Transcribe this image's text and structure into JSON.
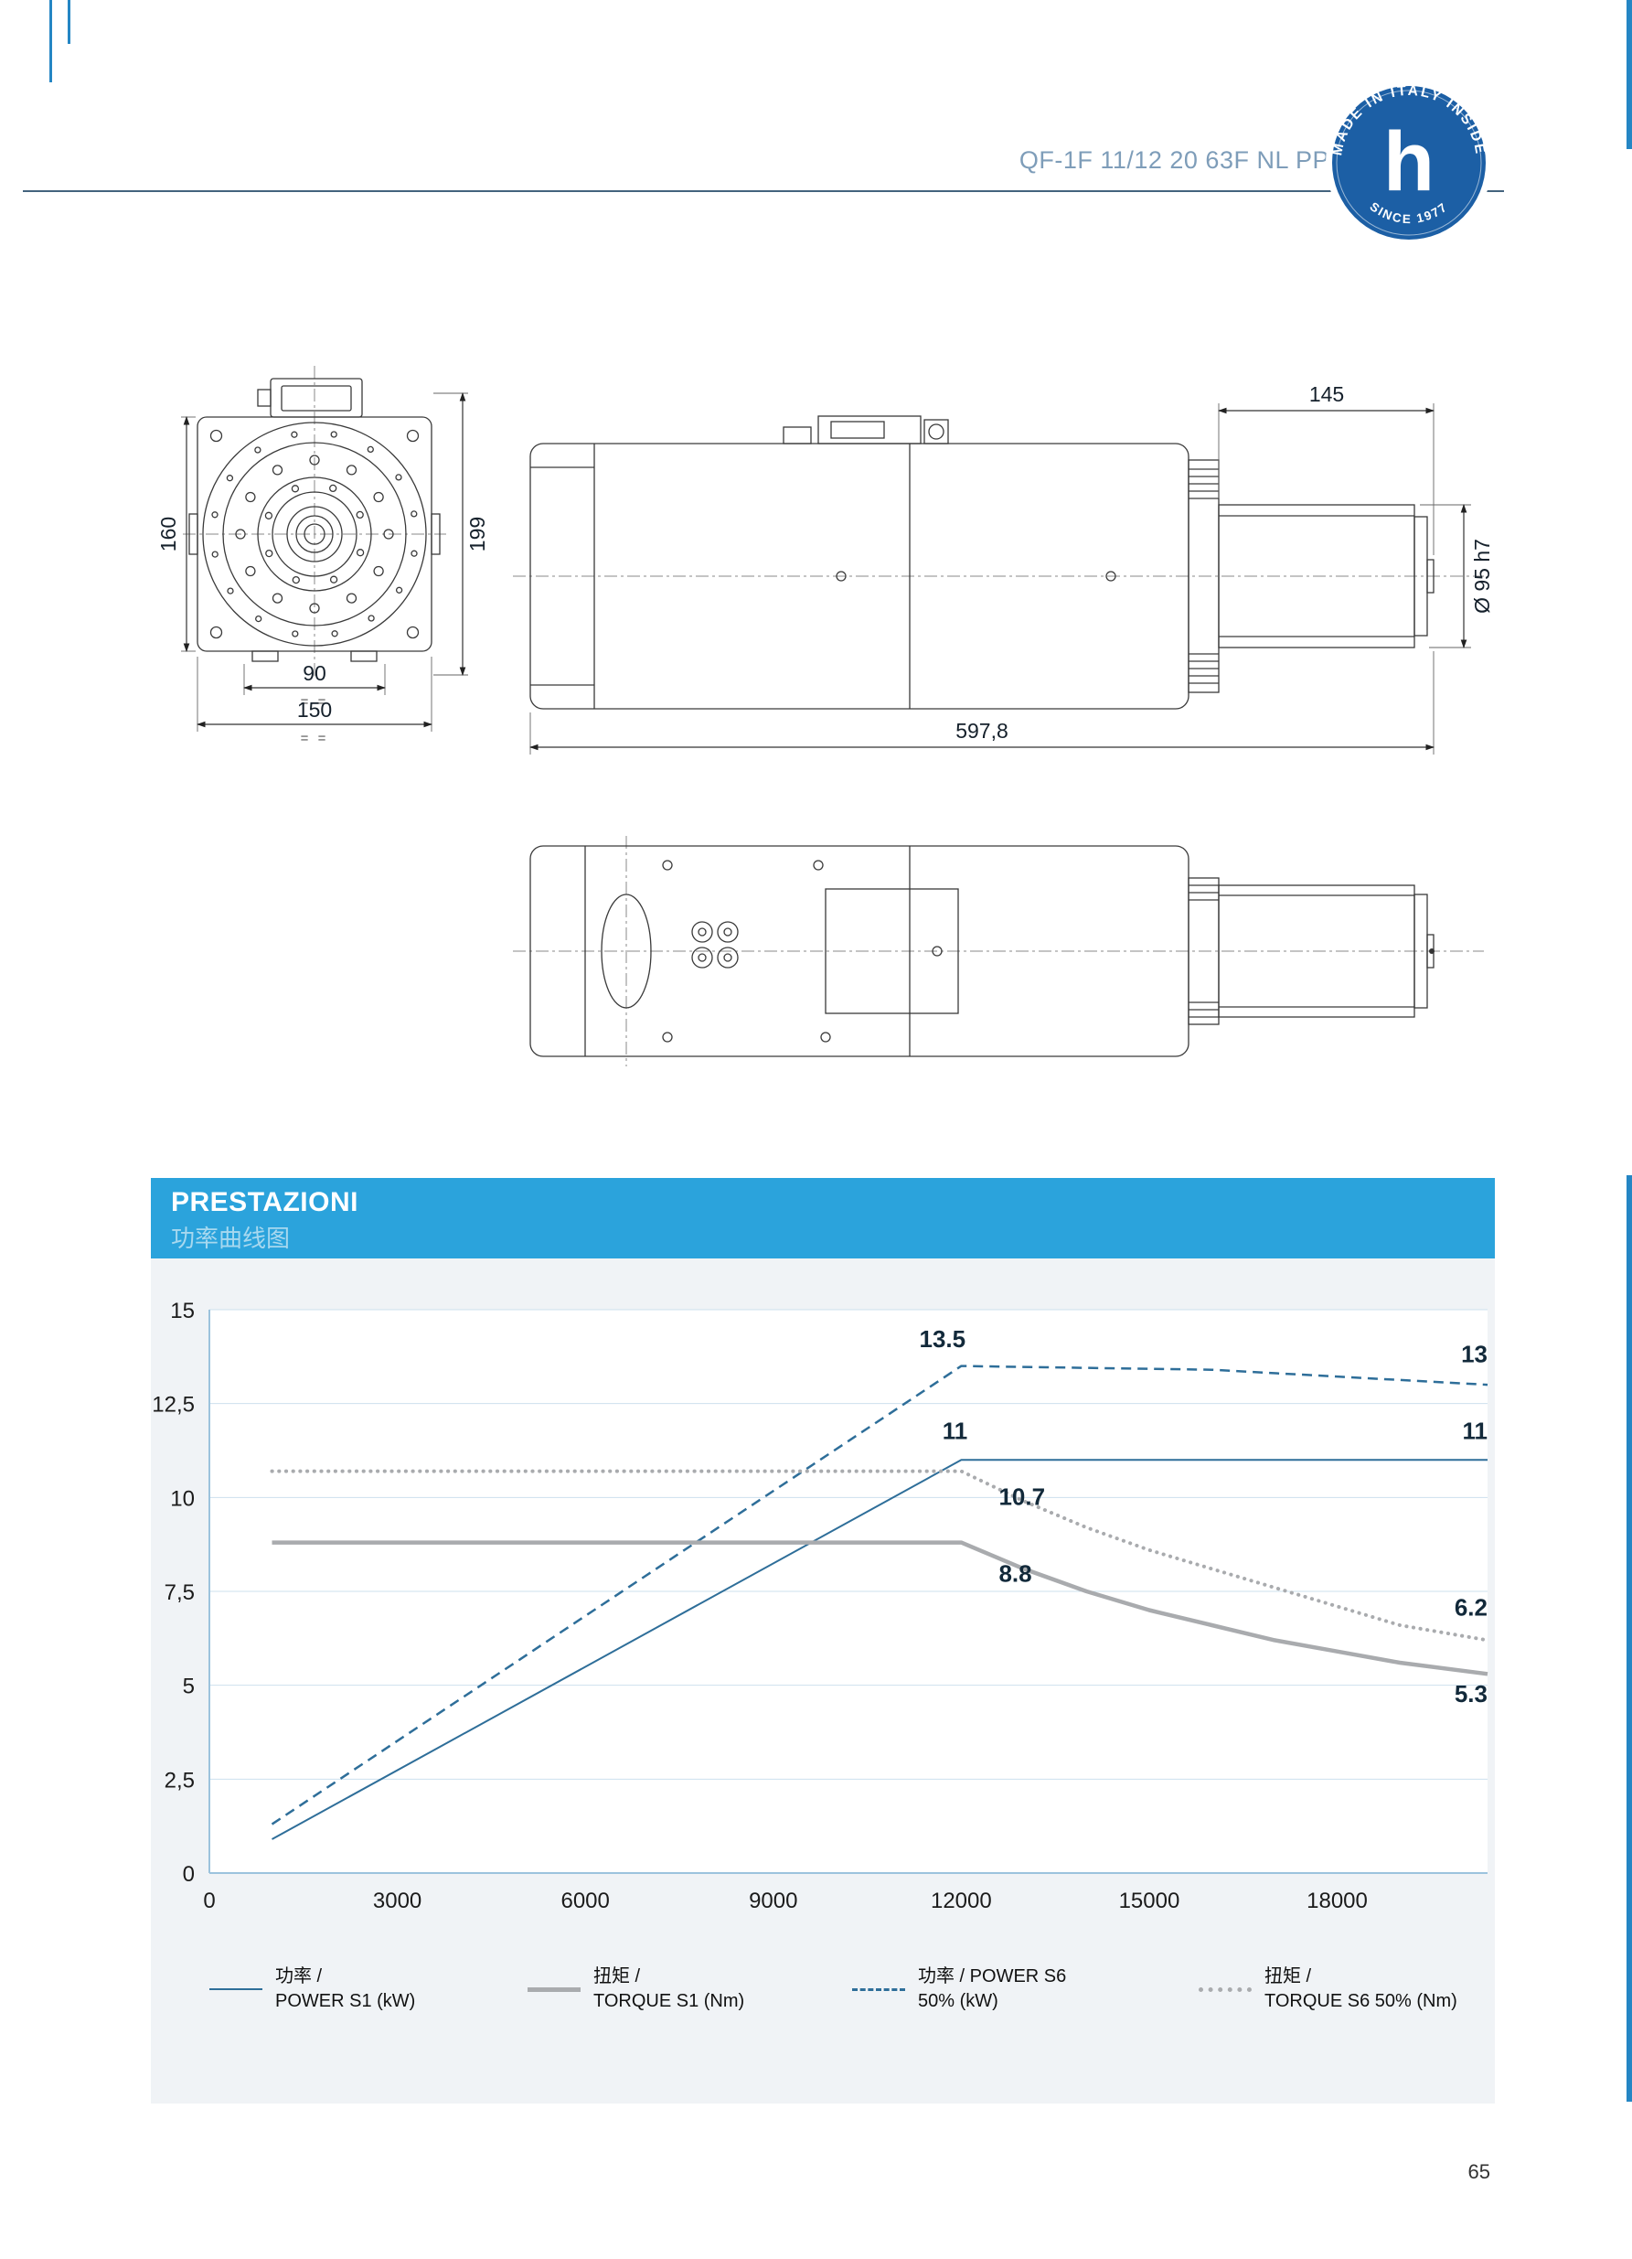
{
  "page": {
    "number": "65"
  },
  "header": {
    "product_code": "QF-1F 11/12 20 63F NL PP",
    "badge": {
      "arc_top": "MADE IN ITALY INSIDE",
      "arc_bottom": "SINCE 1977",
      "letter": "h"
    }
  },
  "drawings": {
    "front": {
      "dim_height_left": "160",
      "dim_height_right": "199",
      "dim_width_inner": "90",
      "dim_width_outer": "150",
      "eq_mark": "= ="
    },
    "side": {
      "dim_shaft_length": "145",
      "dim_shaft_diameter": "Ø 95 h7",
      "dim_total_length": "597,8"
    }
  },
  "performance": {
    "title": "PRESTAZIONI",
    "subtitle": "功率曲线图",
    "legend": [
      {
        "zh": "功率 /",
        "en": "POWER S1 (kW)",
        "style": "power-s1"
      },
      {
        "zh": "扭矩 /",
        "en": "TORQUE S1 (Nm)",
        "style": "torque-s1"
      },
      {
        "zh": "功率 / POWER S6",
        "en": "50% (kW)",
        "style": "power-s6"
      },
      {
        "zh": "扭矩 /",
        "en": "TORQUE S6 50% (Nm)",
        "style": "torque-s6"
      }
    ]
  },
  "chart_data": {
    "type": "line",
    "title": "PRESTAZIONI 功率曲线图",
    "xlabel": "",
    "ylabel": "",
    "xlim": [
      0,
      20400
    ],
    "ylim": [
      0,
      15
    ],
    "grid": "horizontal",
    "legend_position": "bottom",
    "x_ticks": [
      {
        "v": 0,
        "label": "0"
      },
      {
        "v": 3000,
        "label": "3000"
      },
      {
        "v": 6000,
        "label": "6000"
      },
      {
        "v": 9000,
        "label": "9000"
      },
      {
        "v": 12000,
        "label": "12000"
      },
      {
        "v": 15000,
        "label": "15000"
      },
      {
        "v": 18000,
        "label": "18000"
      }
    ],
    "y_ticks": [
      {
        "v": 0,
        "label": "0"
      },
      {
        "v": 2.5,
        "label": "2,5"
      },
      {
        "v": 5,
        "label": "5"
      },
      {
        "v": 7.5,
        "label": "7,5"
      },
      {
        "v": 10,
        "label": "10"
      },
      {
        "v": 12.5,
        "label": "12,5"
      },
      {
        "v": 15,
        "label": "15"
      }
    ],
    "series": [
      {
        "name": "POWER S1 (kW)",
        "style": "power-s1",
        "color": "#2e6e99",
        "dash": "solid",
        "points": [
          [
            1000,
            0.9
          ],
          [
            12000,
            11
          ],
          [
            20400,
            11
          ]
        ]
      },
      {
        "name": "POWER S6 50% (kW)",
        "style": "power-s6",
        "color": "#2e6e99",
        "dash": "dashed",
        "points": [
          [
            1000,
            1.3
          ],
          [
            12000,
            13.5
          ],
          [
            16000,
            13.4
          ],
          [
            20400,
            13.0
          ]
        ]
      },
      {
        "name": "TORQUE S1 (Nm)",
        "style": "torque-s1",
        "color": "#a9abae",
        "dash": "solid",
        "points": [
          [
            1000,
            8.8
          ],
          [
            12000,
            8.8
          ],
          [
            13000,
            8.1
          ],
          [
            14000,
            7.5
          ],
          [
            15000,
            7.0
          ],
          [
            16000,
            6.6
          ],
          [
            17000,
            6.2
          ],
          [
            18000,
            5.9
          ],
          [
            19000,
            5.6
          ],
          [
            20400,
            5.3
          ]
        ]
      },
      {
        "name": "TORQUE S6 50% (Nm)",
        "style": "torque-s6",
        "color": "#a9abae",
        "dash": "dotted",
        "points": [
          [
            1000,
            10.7
          ],
          [
            12000,
            10.7
          ],
          [
            13000,
            9.9
          ],
          [
            14000,
            9.2
          ],
          [
            15000,
            8.6
          ],
          [
            16000,
            8.1
          ],
          [
            17000,
            7.6
          ],
          [
            18000,
            7.1
          ],
          [
            19000,
            6.6
          ],
          [
            20400,
            6.2
          ]
        ]
      }
    ],
    "annotations": [
      {
        "x": 11700,
        "y": 14.0,
        "label": "13.5",
        "anchor": "middle"
      },
      {
        "x": 20400,
        "y": 13.6,
        "label": "13",
        "anchor": "end"
      },
      {
        "x": 11900,
        "y": 11.55,
        "label": "11",
        "anchor": "middle"
      },
      {
        "x": 20400,
        "y": 11.55,
        "label": "11",
        "anchor": "end"
      },
      {
        "x": 12600,
        "y": 9.8,
        "label": "10.7",
        "anchor": "start"
      },
      {
        "x": 12600,
        "y": 7.75,
        "label": "8.8",
        "anchor": "start"
      },
      {
        "x": 20400,
        "y": 6.85,
        "label": "6.2",
        "anchor": "end"
      },
      {
        "x": 20400,
        "y": 4.55,
        "label": "5.3",
        "anchor": "end"
      }
    ]
  }
}
